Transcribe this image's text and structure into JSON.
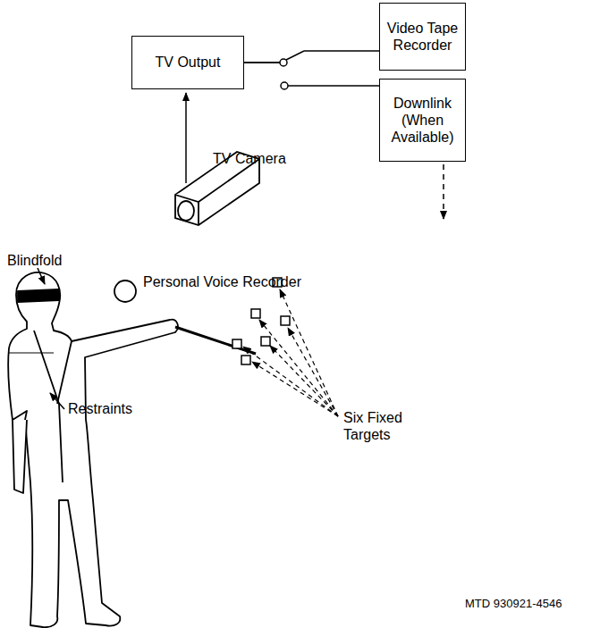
{
  "diagram": {
    "nodes": [
      {
        "text": [
          "TV Output"
        ]
      },
      {
        "text": [
          "Video Tape Recorder"
        ]
      },
      {
        "text": [
          "Downlink (When Available)"
        ]
      }
    ],
    "edges": [
      {
        "from": 0,
        "to": 1,
        "arrow": "none"
      },
      {
        "from": 0,
        "to": 2,
        "arrow": "none"
      }
    ],
    "labels": [
      "TV Camera",
      "Blindfold",
      "Personal Voice Recorder",
      "Restraints",
      "Six Fixed Targets",
      "MTD 930921-4546"
    ]
  }
}
